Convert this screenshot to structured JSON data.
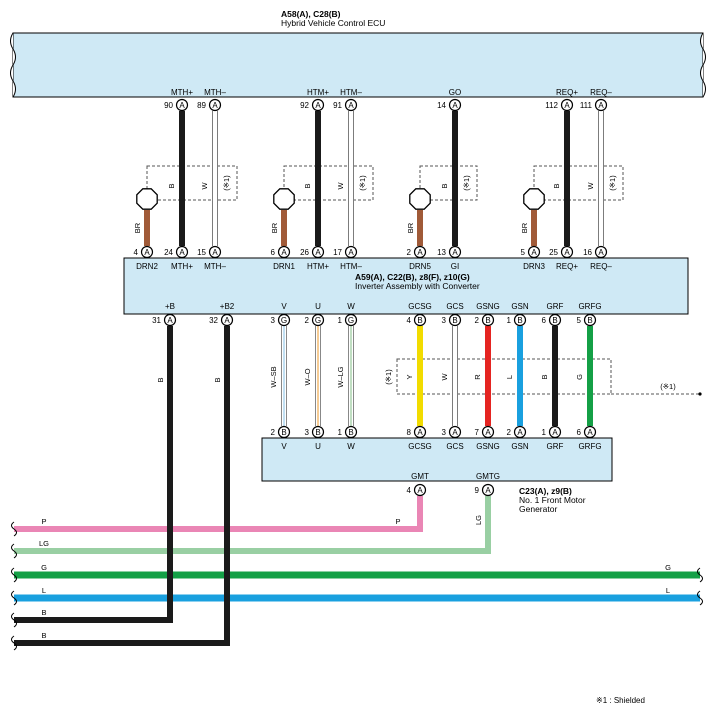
{
  "ecu": {
    "code": "A58(A), C28(B)",
    "name": "Hybrid Vehicle Control ECU"
  },
  "inverter": {
    "code": "A59(A), C22(B), z8(F), z10(G)",
    "name": "Inverter Assembly with Converter"
  },
  "motor": {
    "code": "C23(A), z9(B)",
    "name_line1": "No. 1 Front Motor",
    "name_line2": "Generator"
  },
  "note": "※1 : Shielded",
  "shield_mark": "(※1)",
  "colors": {
    "panel": "#cfe9f5",
    "B": "#1a1a1a",
    "W": "#ffffff",
    "BR": "#a05a38",
    "Y": "#f2dc00",
    "R": "#e52421",
    "L": "#19a0df",
    "G": "#14a046",
    "P": "#ea86b5",
    "LG": "#99cfa3",
    "W-SB": "#a9d3ee",
    "W-O": "#f2b766",
    "W-LG": "#a6d0a8"
  },
  "ecu_pins": [
    {
      "name": "MTH+",
      "num": "90",
      "conn": "A"
    },
    {
      "name": "MTH–",
      "num": "89",
      "conn": "A"
    },
    {
      "name": "HTM+",
      "num": "92",
      "conn": "A"
    },
    {
      "name": "HTM–",
      "num": "91",
      "conn": "A"
    },
    {
      "name": "GO",
      "num": "14",
      "conn": "A"
    },
    {
      "name": "REQ+",
      "num": "112",
      "conn": "A"
    },
    {
      "name": "REQ–",
      "num": "111",
      "conn": "A"
    }
  ],
  "inv_top_pins": [
    {
      "name": "DRN2",
      "num": "4",
      "conn": "A"
    },
    {
      "name": "MTH+",
      "num": "24",
      "conn": "A"
    },
    {
      "name": "MTH–",
      "num": "15",
      "conn": "A"
    },
    {
      "name": "DRN1",
      "num": "6",
      "conn": "A"
    },
    {
      "name": "HTM+",
      "num": "26",
      "conn": "A"
    },
    {
      "name": "HTM–",
      "num": "17",
      "conn": "A"
    },
    {
      "name": "DRN5",
      "num": "2",
      "conn": "A"
    },
    {
      "name": "GI",
      "num": "13",
      "conn": "A"
    },
    {
      "name": "DRN3",
      "num": "5",
      "conn": "A"
    },
    {
      "name": "REQ+",
      "num": "25",
      "conn": "A"
    },
    {
      "name": "REQ–",
      "num": "16",
      "conn": "A"
    }
  ],
  "upper_wire_colors": [
    "BR",
    "B",
    "W"
  ],
  "inv_bottom_pins": [
    {
      "name": "+B",
      "num": "31",
      "conn": "A"
    },
    {
      "name": "+B2",
      "num": "32",
      "conn": "A"
    },
    {
      "name": "V",
      "num": "3",
      "conn": "G"
    },
    {
      "name": "U",
      "num": "2",
      "conn": "G"
    },
    {
      "name": "W",
      "num": "1",
      "conn": "G"
    },
    {
      "name": "GCSG",
      "num": "4",
      "conn": "B"
    },
    {
      "name": "GCS",
      "num": "3",
      "conn": "B"
    },
    {
      "name": "GSNG",
      "num": "2",
      "conn": "B"
    },
    {
      "name": "GSN",
      "num": "1",
      "conn": "B"
    },
    {
      "name": "GRF",
      "num": "6",
      "conn": "B"
    },
    {
      "name": "GRFG",
      "num": "5",
      "conn": "B"
    }
  ],
  "motor_top_pins": [
    {
      "name": "V",
      "num": "2",
      "conn": "B"
    },
    {
      "name": "U",
      "num": "3",
      "conn": "B"
    },
    {
      "name": "W",
      "num": "1",
      "conn": "B"
    },
    {
      "name": "GCSG",
      "num": "8",
      "conn": "A"
    },
    {
      "name": "GCS",
      "num": "3",
      "conn": "A"
    },
    {
      "name": "GSNG",
      "num": "7",
      "conn": "A"
    },
    {
      "name": "GSN",
      "num": "2",
      "conn": "A"
    },
    {
      "name": "GRF",
      "num": "1",
      "conn": "A"
    },
    {
      "name": "GRFG",
      "num": "6",
      "conn": "A"
    }
  ],
  "motor_bottom_pins": [
    {
      "name": "GMT",
      "num": "4",
      "conn": "A"
    },
    {
      "name": "GMTG",
      "num": "9",
      "conn": "A"
    }
  ],
  "mid_wire_colors": [
    "W–SB",
    "W–O",
    "W–LG",
    "Y",
    "W",
    "R",
    "L",
    "B",
    "G"
  ],
  "bus_labels": {
    "P": "P",
    "LG": "LG",
    "G": "G",
    "L": "L",
    "B": "B"
  }
}
